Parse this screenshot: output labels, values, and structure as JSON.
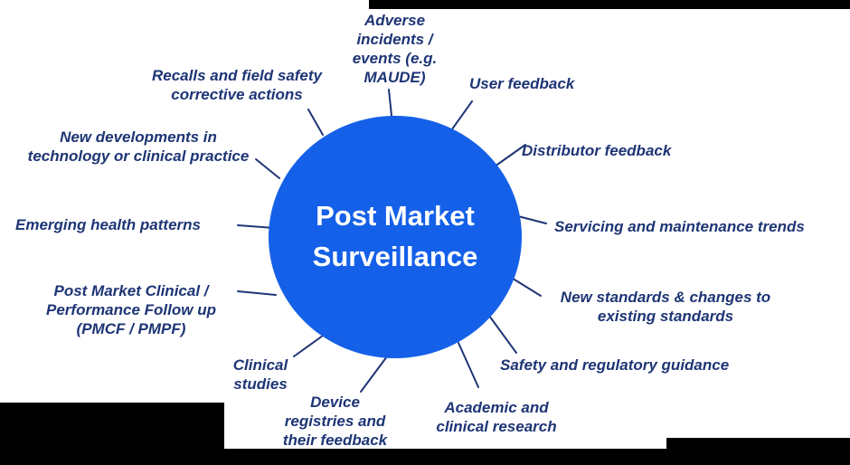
{
  "title": "Post Market Surveillance diagram",
  "center": {
    "label": "Post Market\nSurveillance"
  },
  "nodes": [
    {
      "id": "adverse-incidents",
      "label": "Adverse\nincidents /\nevents (e.g.\nMAUDE)"
    },
    {
      "id": "user-feedback",
      "label": "User feedback"
    },
    {
      "id": "distributor-feedback",
      "label": "Distributor feedback"
    },
    {
      "id": "servicing-maintenance",
      "label": "Servicing and maintenance trends"
    },
    {
      "id": "new-standards",
      "label": "New standards & changes to\nexisting standards"
    },
    {
      "id": "safety-regulatory",
      "label": "Safety and regulatory guidance"
    },
    {
      "id": "academic-research",
      "label": "Academic and\nclinical research"
    },
    {
      "id": "device-registries",
      "label": "Device\nregistries and\ntheir feedback"
    },
    {
      "id": "clinical-studies",
      "label": "Clinical\nstudies"
    },
    {
      "id": "pmcf-pmpf",
      "label": "Post Market Clinical /\nPerformance Follow up\n(PMCF / PMPF)"
    },
    {
      "id": "emerging-health",
      "label": "Emerging health patterns"
    },
    {
      "id": "new-developments",
      "label": "New developments in\ntechnology or clinical practice"
    },
    {
      "id": "recalls-field-safety",
      "label": "Recalls and field safety\ncorrective actions"
    }
  ],
  "colors": {
    "circle_fill": "#1560e8",
    "center_text": "#ffffff",
    "label_text": "#1e3575",
    "spoke_line": "#1e3575",
    "letterbox": "#000000",
    "background": "#ffffff"
  }
}
